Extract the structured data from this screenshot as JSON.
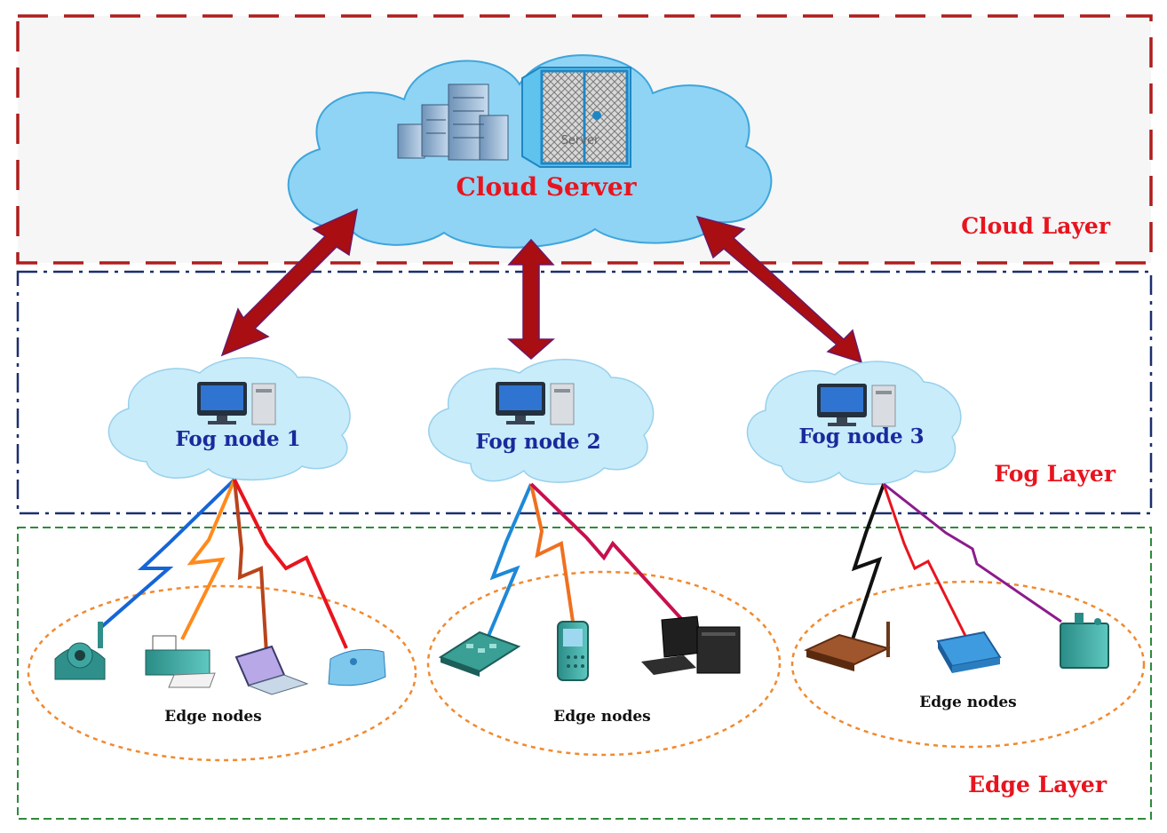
{
  "diagram": {
    "cloud_server": {
      "label": "Cloud Server",
      "server_caption": "Server",
      "icons": [
        "buildings-icon",
        "server-rack-icon"
      ]
    },
    "layers": [
      {
        "id": "cloud",
        "label": "Cloud Layer",
        "border_color": "#b01c1c"
      },
      {
        "id": "fog",
        "label": "Fog Layer",
        "border_color": "#1b2f6e"
      },
      {
        "id": "edge",
        "label": "Edge Layer",
        "border_color": "#2e8b3c"
      }
    ],
    "fog_nodes": [
      {
        "label": "Fog node 1",
        "icon": "desktop-computer-icon"
      },
      {
        "label": "Fog node 2",
        "icon": "desktop-computer-icon"
      },
      {
        "label": "Fog node 3",
        "icon": "desktop-computer-icon"
      }
    ],
    "edge_groups": [
      {
        "label": "Edge nodes",
        "devices": [
          "webcam-icon",
          "printer-icon",
          "laptop-icon",
          "modem-icon"
        ],
        "link_colors": [
          "#1565d8",
          "#ff8a1c",
          "#b8441c",
          "#e8141e"
        ]
      },
      {
        "label": "Edge nodes",
        "devices": [
          "phone-icon",
          "pda-icon",
          "desktop-icon"
        ],
        "link_colors": [
          "#1e88d8",
          "#f07020",
          "#c8104c"
        ]
      },
      {
        "label": "Edge nodes",
        "devices": [
          "router-icon",
          "scanner-icon",
          "sensor-device-icon"
        ],
        "link_colors": [
          "#111111",
          "#e8141e",
          "#8b1c8c"
        ]
      }
    ],
    "colors": {
      "arrow": "#a80e12",
      "cloud_fill": "#8fd4f4",
      "fog_cloud_fill": "#c8ecfa",
      "edge_ellipse": "#f08a30",
      "cloud_label": "#e8141e",
      "fog_label": "#1a2a9c"
    }
  }
}
